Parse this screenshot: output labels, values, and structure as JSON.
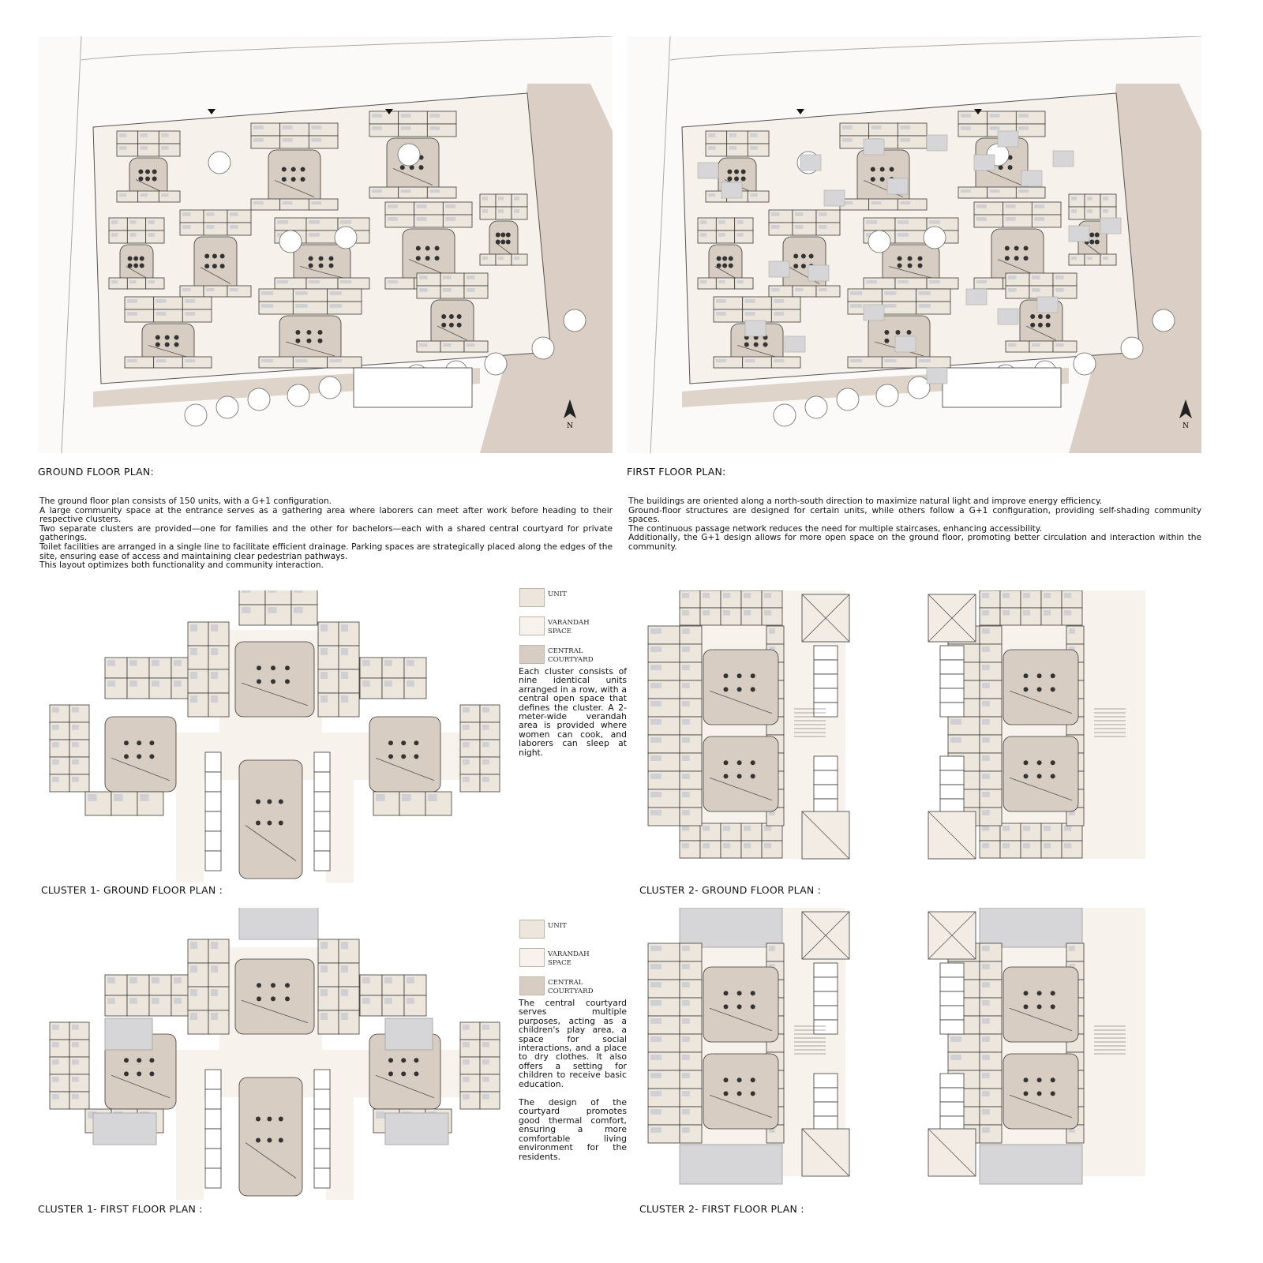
{
  "site_plans": {
    "ground": {
      "caption": "GROUND FLOOR PLAN:",
      "paragraphs": [
        "The ground floor plan consists of 150 units, with a G+1 configuration.",
        "A large community space at the entrance serves as a gathering area where laborers can meet after work before heading to their respective clusters.",
        "Two separate clusters are provided—one for families and the other for bachelors—each with a shared central courtyard for private gatherings.",
        " Toilet facilities are arranged in a single line to facilitate efficient drainage. Parking spaces are strategically placed along the edges of the site, ensuring ease of access and maintaining clear pedestrian pathways.",
        "This layout optimizes both functionality and community interaction."
      ]
    },
    "first": {
      "caption": "FIRST FLOOR PLAN:",
      "paragraphs": [
        "The buildings are oriented along a north-south direction to maximize natural light and improve energy efficiency.",
        "Ground-floor structures are designed for certain units, while others follow a G+1 configuration, providing self-shading community spaces.",
        "The continuous passage network reduces the need for multiple staircases, enhancing accessibility.",
        " Additionally, the G+1 design allows for more open space on the ground floor, promoting better circulation and interaction within the community."
      ]
    },
    "north_label": "N"
  },
  "legend": {
    "unit": "UNIT",
    "varandah_line1": "VARANDAH",
    "varandah_line2": "SPACE",
    "courtyard_line1": "CENTRAL",
    "courtyard_line2": "COURTYARD"
  },
  "cluster1_ground": {
    "caption": "CLUSTER 1- GROUND FLOOR PLAN :",
    "description": "Each cluster consists of nine identical units arranged in a row, with a central open space that defines the cluster. A 2-meter-wide verandah area is provided where women can cook, and laborers can sleep at night."
  },
  "cluster1_first": {
    "caption": "CLUSTER 1- FIRST FLOOR PLAN :",
    "description_1": "The central courtyard serves multiple purposes, acting as a children's play area, a space for social interactions, and a place to dry clothes. It also offers a setting for children to receive basic education.",
    "description_2": "The design of the courtyard promotes good thermal comfort, ensuring a more comfortable living environment for the residents."
  },
  "cluster2_ground": {
    "caption": "CLUSTER 2- GROUND FLOOR PLAN :"
  },
  "cluster2_first": {
    "caption": "CLUSTER 2- FIRST FLOOR PLAN :"
  },
  "colors": {
    "unit": "#ede6dc",
    "varandah": "#f7f3ec",
    "courtyard": "#d8cdc2",
    "roof": "#d6d6d8",
    "path": "#d3c3b6",
    "line": "#3a3a3a"
  }
}
